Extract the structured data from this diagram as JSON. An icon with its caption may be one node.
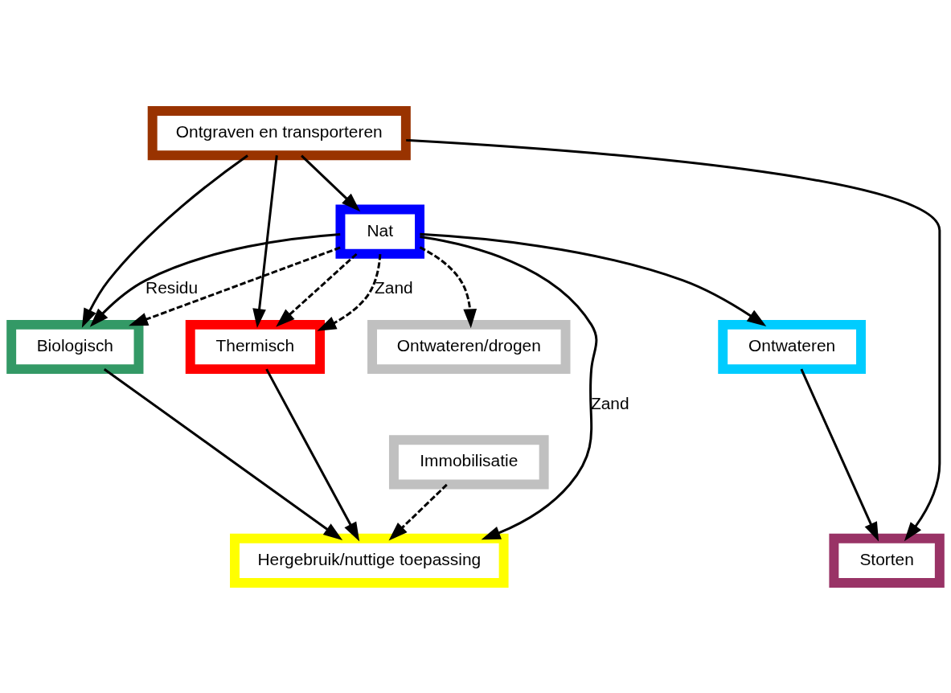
{
  "diagram": {
    "nodes": [
      {
        "text": [
          "Ontgraven en transporteren"
        ]
      },
      {
        "text": [
          "Nat"
        ]
      },
      {
        "text": [
          "Biologisch"
        ]
      },
      {
        "text": [
          "Thermisch"
        ]
      },
      {
        "text": [
          "Ontwateren/drogen"
        ]
      },
      {
        "text": [
          "Immobilisatie"
        ]
      },
      {
        "text": [
          "Ontwateren"
        ]
      },
      {
        "text": [
          "Hergebruik/nuttige toepassing"
        ]
      },
      {
        "text": [
          "Storten"
        ]
      }
    ],
    "edges": [
      {
        "from": 0,
        "to": 1,
        "arrow": "to"
      },
      {
        "from": 0,
        "to": 2,
        "arrow": "to"
      },
      {
        "from": 0,
        "to": 3,
        "arrow": "to"
      },
      {
        "from": 0,
        "to": 8,
        "arrow": "to"
      },
      {
        "from": 1,
        "to": 7,
        "arrow": "to",
        "label": "Zand"
      },
      {
        "from": 1,
        "to": 2,
        "arrow": "to",
        "style": "dashed"
      },
      {
        "from": 1,
        "to": 3,
        "arrow": "to",
        "style": "dashed",
        "label": "Zand"
      },
      {
        "from": 1,
        "to": 2,
        "arrow": "to",
        "label": "Residu"
      },
      {
        "from": 1,
        "to": 4,
        "arrow": "to",
        "style": "dashed"
      },
      {
        "from": 1,
        "to": 6,
        "arrow": "to"
      },
      {
        "from": 1,
        "to": 3,
        "arrow": "to",
        "style": "dashed"
      },
      {
        "from": 2,
        "to": 7,
        "arrow": "to"
      },
      {
        "from": 5,
        "to": 7,
        "arrow": "to",
        "style": "dashed"
      },
      {
        "from": 6,
        "to": 8,
        "arrow": "to"
      },
      {
        "from": 3,
        "to": 7,
        "arrow": "to"
      }
    ]
  }
}
